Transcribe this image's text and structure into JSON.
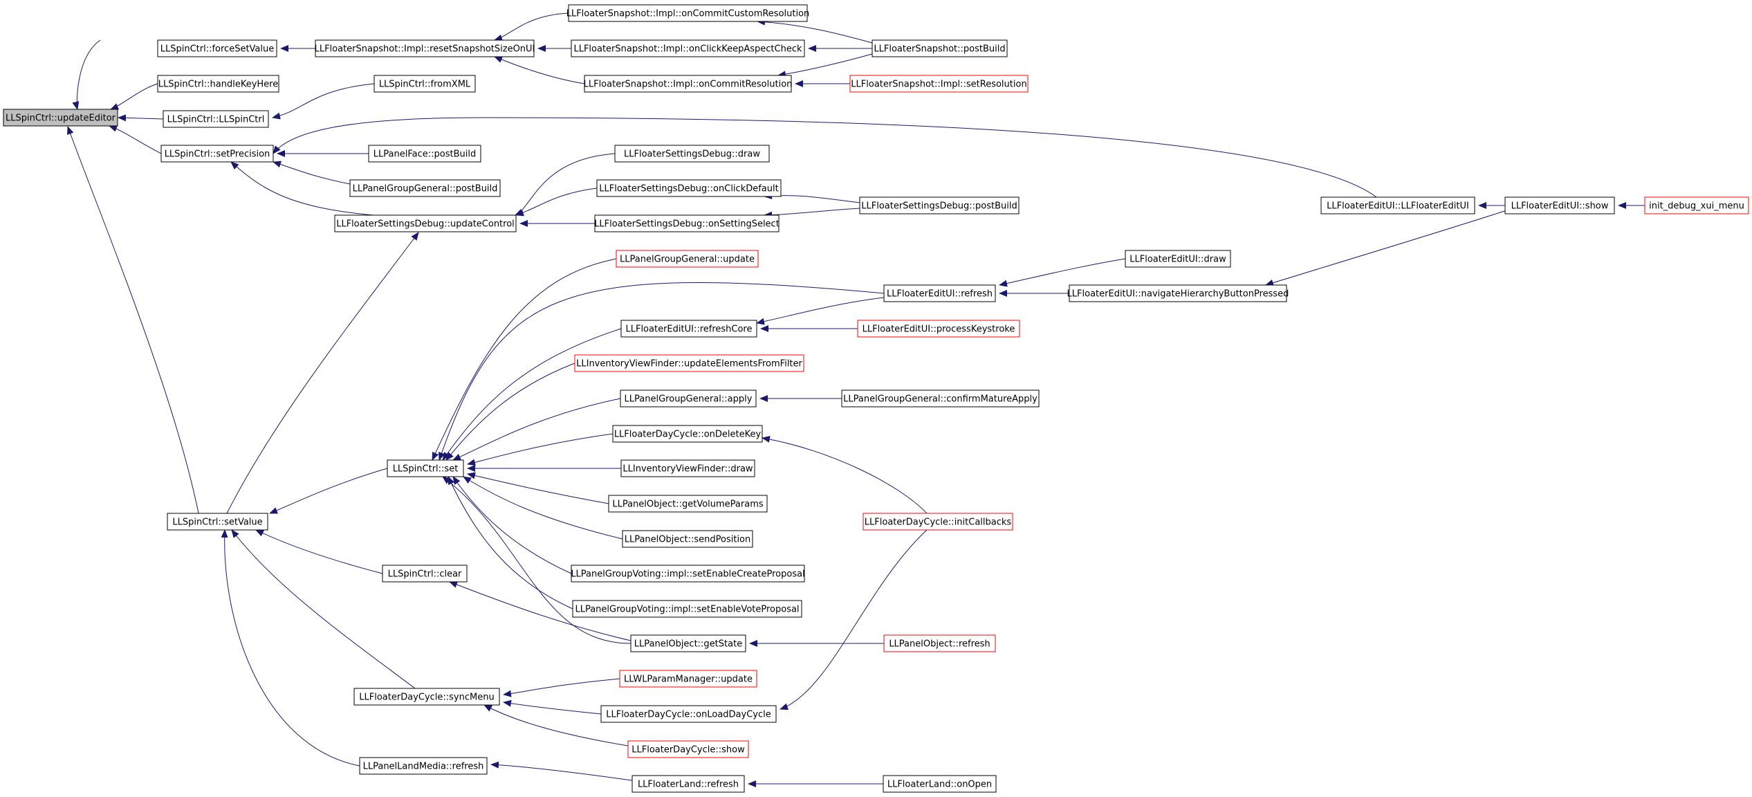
{
  "colors": {
    "edge": "#191970",
    "node_border": "#000000",
    "truncated_border": "#ff0000",
    "root_fill": "#bfbfbf"
  },
  "nodes": {
    "root": {
      "label": "LLSpinCtrl::updateEditor"
    },
    "forceSetValue": {
      "label": "LLSpinCtrl::forceSetValue"
    },
    "handleKeyHere": {
      "label": "LLSpinCtrl::handleKeyHere"
    },
    "llspinctrl": {
      "label": "LLSpinCtrl::LLSpinCtrl"
    },
    "setPrecision": {
      "label": "LLSpinCtrl::setPrecision"
    },
    "setValue": {
      "label": "LLSpinCtrl::setValue"
    },
    "resetSnapshot": {
      "label": "LLFloaterSnapshot::Impl::resetSnapshotSizeOnUI"
    },
    "onCommitCustomRes": {
      "label": "LLFloaterSnapshot::Impl::onCommitCustomResolution"
    },
    "onClickKeepAspect": {
      "label": "LLFloaterSnapshot::Impl::onClickKeepAspectCheck"
    },
    "onCommitRes": {
      "label": "LLFloaterSnapshot::Impl::onCommitResolution"
    },
    "snapshotPostBuild": {
      "label": "LLFloaterSnapshot::postBuild"
    },
    "setResolution": {
      "label": "LLFloaterSnapshot::Impl::setResolution",
      "truncated": true
    },
    "fromXML": {
      "label": "LLSpinCtrl::fromXML"
    },
    "panelFacePostBuild": {
      "label": "LLPanelFace::postBuild"
    },
    "pgGeneralPostBuild": {
      "label": "LLPanelGroupGeneral::postBuild"
    },
    "settingsUpdateControl": {
      "label": "LLFloaterSettingsDebug::updateControl"
    },
    "settingsDraw": {
      "label": "LLFloaterSettingsDebug::draw"
    },
    "settingsOnClickDefault": {
      "label": "LLFloaterSettingsDebug::onClickDefault"
    },
    "settingsOnSettingSelect": {
      "label": "LLFloaterSettingsDebug::onSettingSelect"
    },
    "settingsPostBuild": {
      "label": "LLFloaterSettingsDebug::postBuild"
    },
    "editUICtor": {
      "label": "LLFloaterEditUI::LLFloaterEditUI"
    },
    "editUIShow": {
      "label": "LLFloaterEditUI::show"
    },
    "initDebugXui": {
      "label": "init_debug_xui_menu",
      "truncated": true
    },
    "spinSet": {
      "label": "LLSpinCtrl::set"
    },
    "pgGeneralUpdate": {
      "label": "LLPanelGroupGeneral::update",
      "truncated": true
    },
    "editUIRefresh": {
      "label": "LLFloaterEditUI::refresh"
    },
    "editUIDraw": {
      "label": "LLFloaterEditUI::draw"
    },
    "navigateHierarchy": {
      "label": "LLFloaterEditUI::navigateHierarchyButtonPressed"
    },
    "editUIRefreshCore": {
      "label": "LLFloaterEditUI::refreshCore"
    },
    "processKeystroke": {
      "label": "LLFloaterEditUI::processKeystroke",
      "truncated": true
    },
    "invUpdateElements": {
      "label": "LLInventoryViewFinder::updateElementsFromFilter",
      "truncated": true
    },
    "pgGeneralApply": {
      "label": "LLPanelGroupGeneral::apply"
    },
    "confirmMatureApply": {
      "label": "LLPanelGroupGeneral::confirmMatureApply"
    },
    "dcOnDeleteKey": {
      "label": "LLFloaterDayCycle::onDeleteKey"
    },
    "invDraw": {
      "label": "LLInventoryViewFinder::draw"
    },
    "getVolumeParams": {
      "label": "LLPanelObject::getVolumeParams"
    },
    "sendPosition": {
      "label": "LLPanelObject::sendPosition"
    },
    "dcInitCallbacks": {
      "label": "LLFloaterDayCycle::initCallbacks",
      "truncated": true
    },
    "pvCreateProposal": {
      "label": "LLPanelGroupVoting::impl::setEnableCreateProposal"
    },
    "pvVoteProposal": {
      "label": "LLPanelGroupVoting::impl::setEnableVoteProposal"
    },
    "spinClear": {
      "label": "LLSpinCtrl::clear"
    },
    "poGetState": {
      "label": "LLPanelObject::getState"
    },
    "poRefresh": {
      "label": "LLPanelObject::refresh",
      "truncated": true
    },
    "wlUpdate": {
      "label": "LLWLParamManager::update",
      "truncated": true
    },
    "dcSyncMenu": {
      "label": "LLFloaterDayCycle::syncMenu"
    },
    "dcOnLoad": {
      "label": "LLFloaterDayCycle::onLoadDayCycle"
    },
    "dcShow": {
      "label": "LLFloaterDayCycle::show",
      "truncated": true
    },
    "plmRefresh": {
      "label": "LLPanelLandMedia::refresh"
    },
    "landRefresh": {
      "label": "LLFloaterLand::refresh"
    },
    "landOnOpen": {
      "label": "LLFloaterLand::onOpen"
    }
  }
}
